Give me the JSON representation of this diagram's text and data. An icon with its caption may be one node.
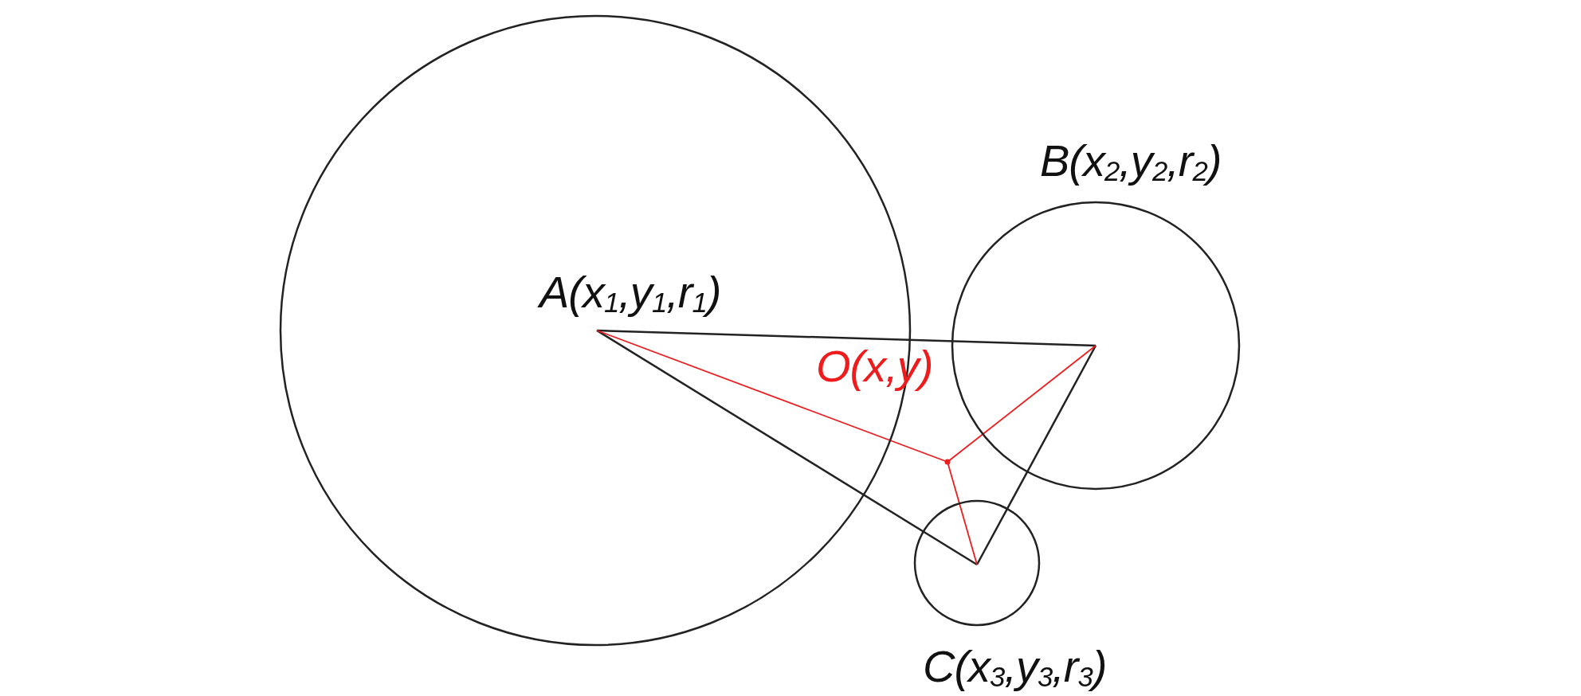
{
  "diagram": {
    "nodes": [
      {
        "text": [
          "A(x$_{1}$,y$_{1}$,r$_{1}$)"
        ]
      },
      {
        "text": [
          "B(x$_{2}$,y$_{2}$,r$_{2}$)"
        ]
      },
      {
        "text": [
          "O(x,y)"
        ]
      },
      {
        "text": [
          "C(x$_{3}$,y$_{3}$,r$_{3}$)"
        ]
      }
    ],
    "edges": [
      {
        "from": 0,
        "to": 1,
        "arrow": "none"
      },
      {
        "from": 1,
        "to": 3,
        "arrow": "none"
      },
      {
        "from": 3,
        "to": 0,
        "arrow": "none"
      },
      {
        "from": 2,
        "to": 0,
        "arrow": "none",
        "color": "#ee1c1c"
      },
      {
        "from": 2,
        "to": 1,
        "arrow": "none",
        "color": "#ee1c1c"
      },
      {
        "from": 2,
        "to": 3,
        "arrow": "none",
        "color": "#ee1c1c"
      }
    ]
  }
}
